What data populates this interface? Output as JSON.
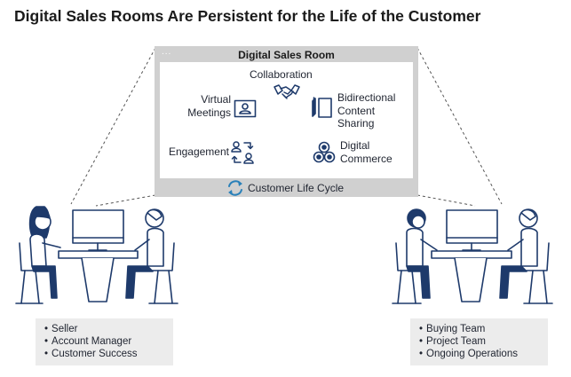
{
  "title": "Digital Sales Rooms Are Persistent for the Life of the Customer",
  "room": {
    "title": "Digital Sales Room",
    "dots": "...",
    "features": {
      "collaboration": "Collaboration",
      "virtual_meetings_1": "Virtual",
      "virtual_meetings_2": "Meetings",
      "content_sharing_1": "Bidirectional",
      "content_sharing_2": "Content",
      "content_sharing_3": "Sharing",
      "engagement": "Engagement",
      "commerce_1": "Digital",
      "commerce_2": "Commerce"
    },
    "cycle_label": "Customer Life Cycle"
  },
  "seller_side": {
    "items": [
      "Seller",
      "Account Manager",
      "Customer Success"
    ]
  },
  "buyer_side": {
    "items": [
      "Buying Team",
      "Project Team",
      "Ongoing Operations"
    ]
  },
  "colors": {
    "navy": "#1e3a6b",
    "icon_blue": "#2980b9",
    "room_gray": "#d0d0d0",
    "list_gray": "#ececec"
  }
}
